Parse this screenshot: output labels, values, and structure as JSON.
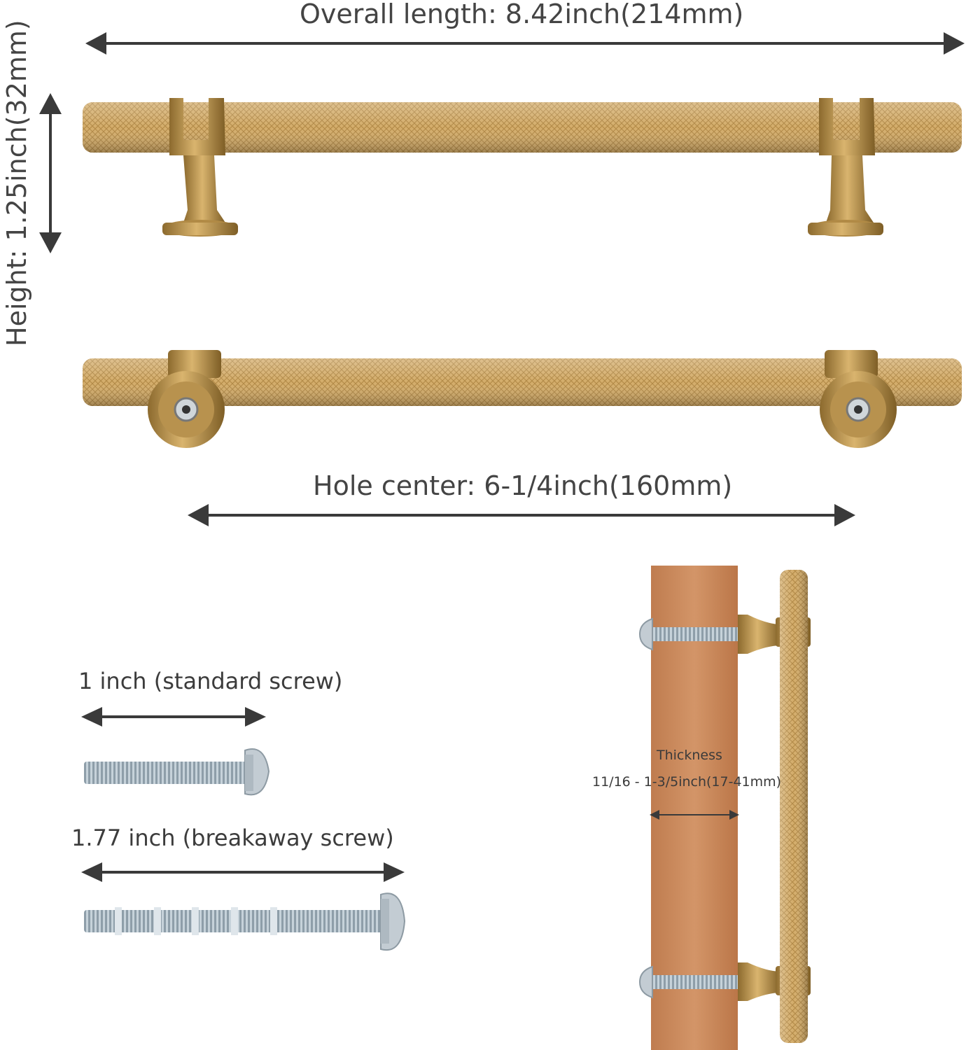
{
  "dimensions": {
    "overall_length": "Overall length:  8.42inch(214mm)",
    "height": "Height: 1.25inch(32mm)",
    "hole_center": "Hole center: 6-1/4inch(160mm)"
  },
  "screws": {
    "standard": "1 inch (standard screw)",
    "breakaway": "1.77 inch (breakaway screw)"
  },
  "mounting": {
    "thickness_title": "Thickness",
    "thickness_range": "11/16  -  1-3/5inch(17-41mm)"
  },
  "colors": {
    "gold": "#c9a05e",
    "gold_dark": "#9c7a3c",
    "wood": "#c98a5e",
    "arrow": "#3a3a3a",
    "screw": "#b9c6d0"
  }
}
